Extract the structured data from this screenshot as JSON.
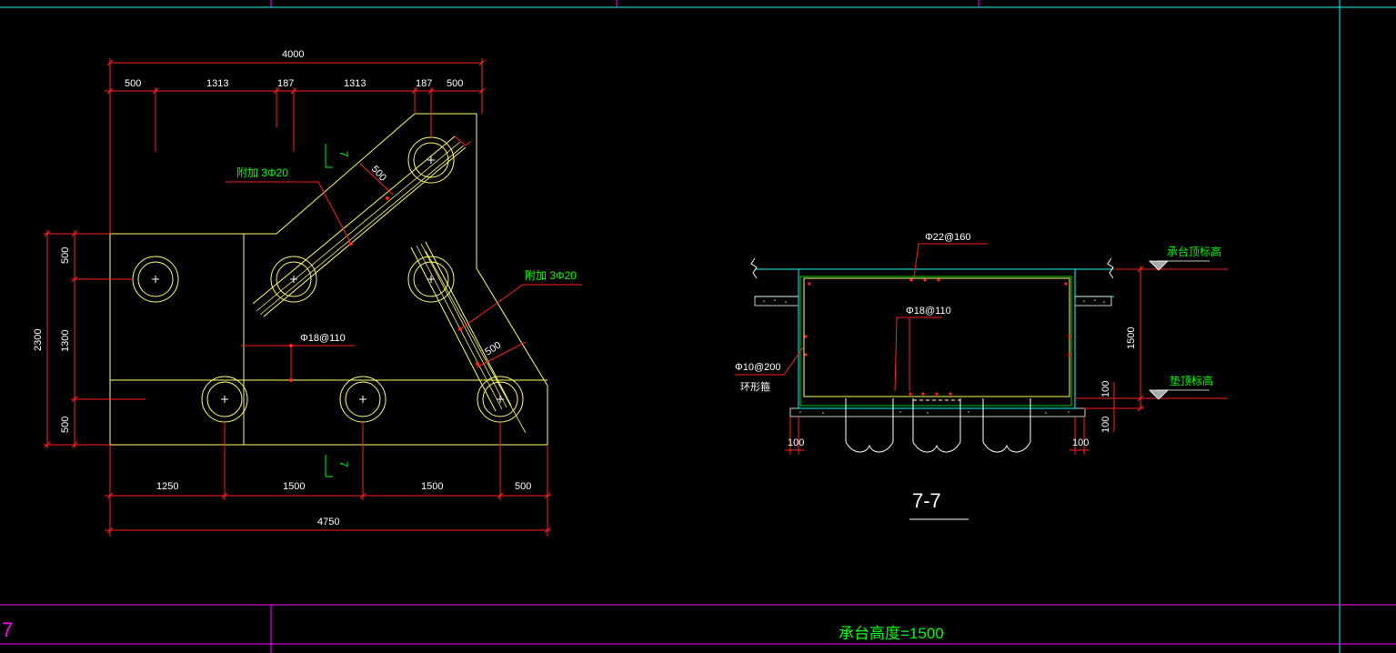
{
  "colors": {
    "background": "#000000",
    "outline": "#ffff66",
    "dimension": "#ff2020",
    "note": "#00ff00",
    "frame": "#ff00ff",
    "cyan": "#00ffff",
    "white": "#ffffff"
  },
  "plan": {
    "overall_top": "4000",
    "top_segments": [
      "500",
      "1313",
      "187",
      "1313",
      "187",
      "500"
    ],
    "overall_bottom": "4750",
    "bottom_segments": [
      "1250",
      "1500",
      "1500",
      "500"
    ],
    "overall_left": "2300",
    "left_segments": [
      "500",
      "1300",
      "500"
    ],
    "diag_dim_upper": "500",
    "diag_dim_lower": "500",
    "rebar_add_upper": "附加 3Φ20",
    "rebar_add_right": "附加 3Φ20",
    "rebar_main": "Φ18@110",
    "section_mark_top": "7",
    "section_mark_bottom": "7"
  },
  "section": {
    "title": "7-7",
    "top_rebar": "Φ22@160",
    "bottom_rebar": "Φ18@110",
    "stirrup": "Φ10@200",
    "stirrup_note": "环形箍",
    "height_dim": "1500",
    "dim_100_a": "100",
    "dim_100_b": "100",
    "dim_100_left": "100",
    "dim_100_right": "100",
    "elev_top_label": "承台顶标高",
    "elev_bottom_label": "垫顶标高"
  },
  "frame": {
    "left_mark": "7",
    "cap_height_note": "承台高度=1500"
  }
}
